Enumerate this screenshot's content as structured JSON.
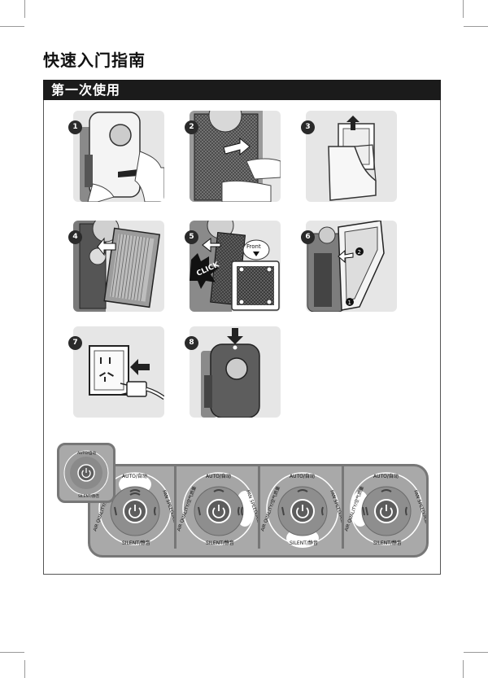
{
  "page": {
    "title": "快速入门指南",
    "section_title": "第一次使用"
  },
  "steps": [
    {
      "number": "1",
      "figure": "remove-front-cover"
    },
    {
      "number": "2",
      "figure": "pull-out-prefilter"
    },
    {
      "number": "3",
      "figure": "unpack-filter"
    },
    {
      "number": "4",
      "figure": "insert-filter"
    },
    {
      "number": "5",
      "figure": "attach-prefilter",
      "callouts": [
        "CLICK",
        "Front"
      ]
    },
    {
      "number": "6",
      "figure": "close-front-cover"
    },
    {
      "number": "7",
      "figure": "plug-into-socket"
    },
    {
      "number": "8",
      "figure": "press-power-button"
    }
  ],
  "control_panel": {
    "labels": {
      "auto": "AUTO/自动",
      "fan_speed": "FAN SPEED/风速",
      "silent": "SILENT/静音",
      "air_quality": "AIR QUALITY/空气质量"
    },
    "states": [
      {
        "highlight": "auto"
      },
      {
        "highlight": "fan_speed"
      },
      {
        "highlight": "silent"
      },
      {
        "highlight": "air_quality"
      }
    ]
  },
  "icons": [
    "power-icon",
    "arrow-icon"
  ],
  "colors": {
    "section_bar": "#1b1b1b",
    "panel": "#a9a9a9",
    "step_bg": "#e6e6e6"
  }
}
